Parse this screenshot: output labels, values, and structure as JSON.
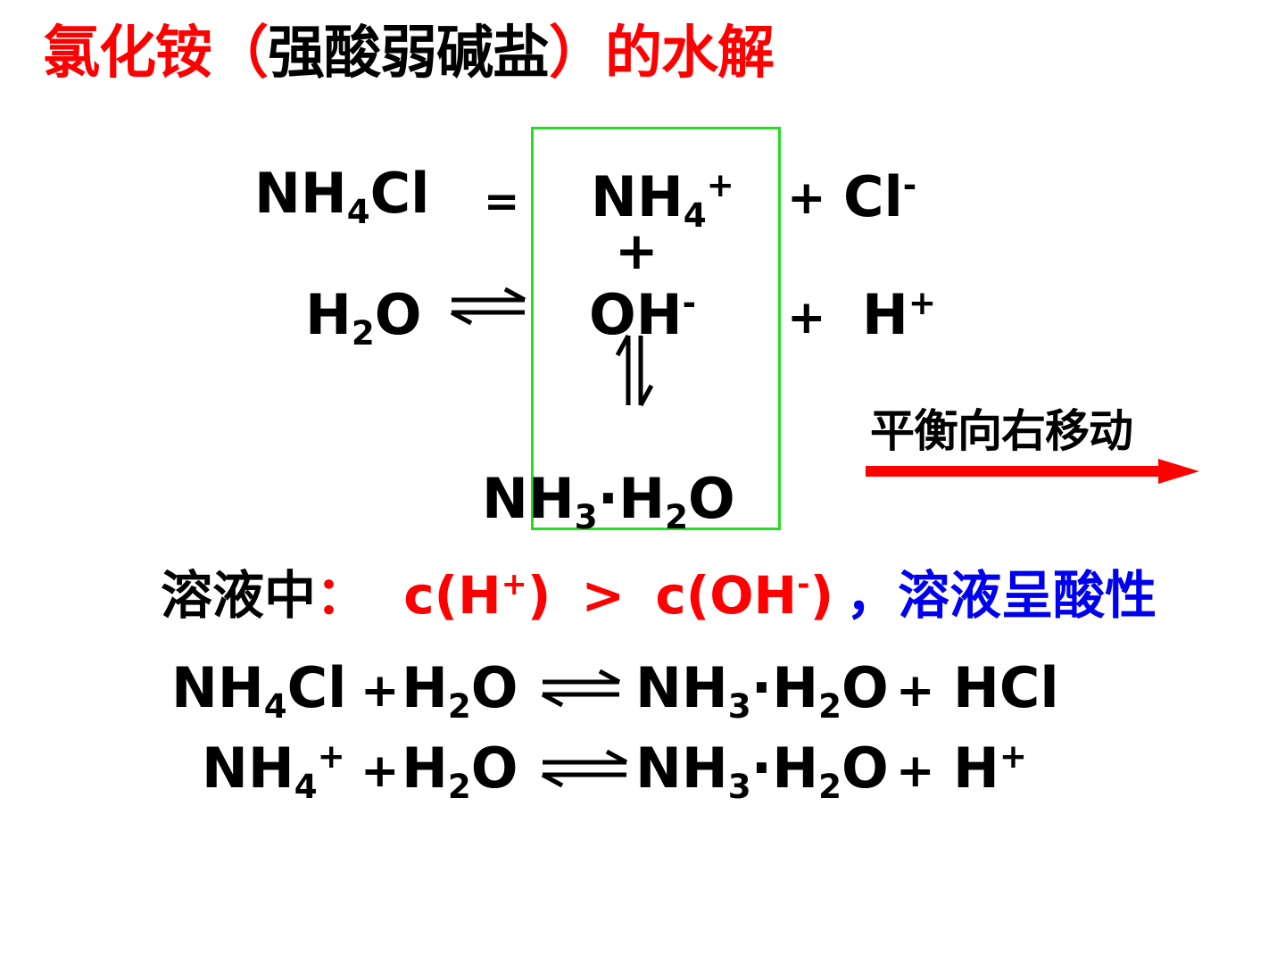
{
  "title": {
    "part1": "氯化铵（",
    "part2": "强酸弱碱盐",
    "part3": "）的水解"
  },
  "eq1": {
    "nh4cl": {
      "a": "NH",
      "s": "4",
      "b": "Cl"
    },
    "eq_sign": "=",
    "nh4": {
      "a": "NH",
      "s": "4",
      "sup": "+"
    },
    "plus": "+",
    "cl": {
      "a": "Cl",
      "sup": "-"
    }
  },
  "mid_plus": "+",
  "eq2": {
    "h2o": {
      "a": "H",
      "s": "2",
      "b": "O"
    },
    "oh": {
      "a": "OH",
      "sup": "-"
    },
    "plus": "+",
    "h": {
      "a": "H",
      "sup": "+"
    }
  },
  "product": {
    "a": "NH",
    "s1": "3",
    "dot": "·",
    "b": "H",
    "s2": "2",
    "c": "O"
  },
  "shift_label": "平衡向右移动",
  "solution": {
    "prefix": "溶液中",
    "colon": "：",
    "c1": "c(H",
    "c1_sup": "+",
    "c1_close": ")",
    "gt": ">",
    "c2": "c(OH",
    "c2_sup": "-",
    "c2_close": ")",
    "comma": "，",
    "conclusion": "溶液呈酸性"
  },
  "eq3": {
    "nh4cl": {
      "a": "NH",
      "s": "4",
      "b": "Cl"
    },
    "plus1": "+",
    "h2o": {
      "a": "H",
      "s": "2",
      "b": "O"
    },
    "product": {
      "a": "NH",
      "s1": "3",
      "dot": "·",
      "b": "H",
      "s2": "2",
      "c": "O"
    },
    "plus2": "+",
    "hcl": "HCl"
  },
  "eq4": {
    "nh4": {
      "a": "NH",
      "s": "4",
      "sup": "+"
    },
    "plus1": "+",
    "h2o": {
      "a": "H",
      "s": "2",
      "b": "O"
    },
    "product": {
      "a": "NH",
      "s1": "3",
      "dot": "·",
      "b": "H",
      "s2": "2",
      "c": "O"
    },
    "plus2": "+",
    "h": {
      "a": "H",
      "sup": "+"
    }
  },
  "colors": {
    "red": "#ff0000",
    "blue": "#0000ee",
    "green_box": "#22dd22",
    "text": "#000000"
  }
}
